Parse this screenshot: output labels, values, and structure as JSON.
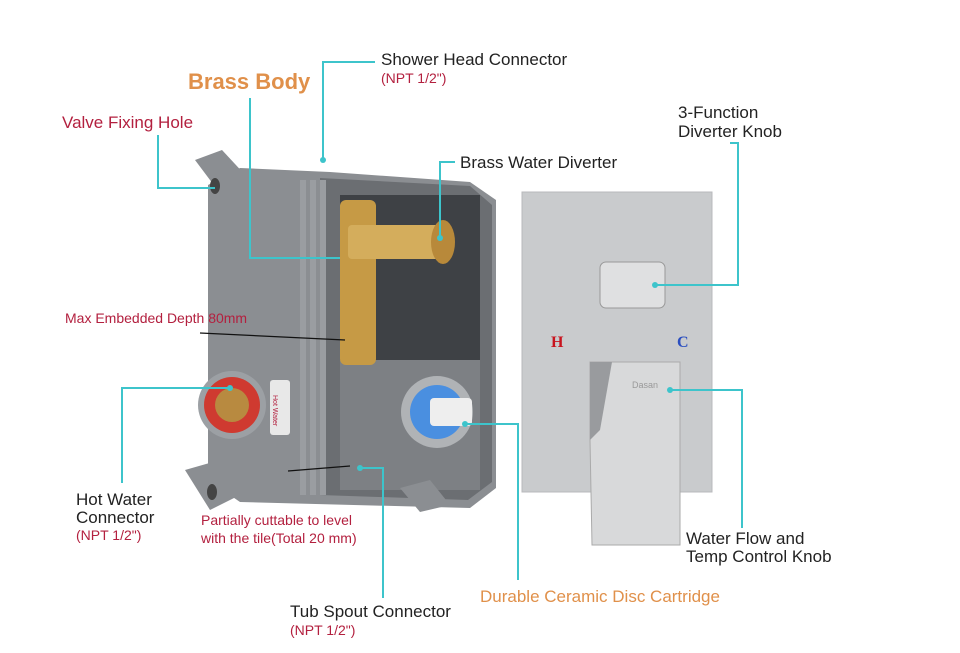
{
  "labels": {
    "shower_head": {
      "title": "Shower Head Connector",
      "spec": "(NPT 1/2\")"
    },
    "brass_body": "Brass Body",
    "valve_fixing_hole": "Valve Fixing Hole",
    "brass_water_diverter": "Brass Water Diverter",
    "diverter_knob": {
      "line1": "3-Function",
      "line2": "Diverter Knob"
    },
    "max_depth": "Max Embedded Depth 80mm",
    "hot_water": {
      "line1": "Hot Water",
      "line2": "Connector",
      "spec": "(NPT 1/2\")"
    },
    "cuttable": {
      "line1": "Partially cuttable to level",
      "line2": "with the tile(Total 20 mm)"
    },
    "tub_spout": {
      "title": "Tub Spout Connector",
      "spec": "(NPT 1/2\")"
    },
    "cartridge": "Durable Ceramic Disc Cartridge",
    "control_knob": {
      "line1": "Water Flow and",
      "line2": "Temp Control Knob"
    }
  },
  "plate": {
    "hot": "H",
    "cold": "C",
    "brand": "Dasan",
    "hot_sticker": "Hot Water"
  },
  "colors": {
    "leader": "#3dc4cb",
    "red": "#b3203f",
    "orange": "#e0904a"
  }
}
